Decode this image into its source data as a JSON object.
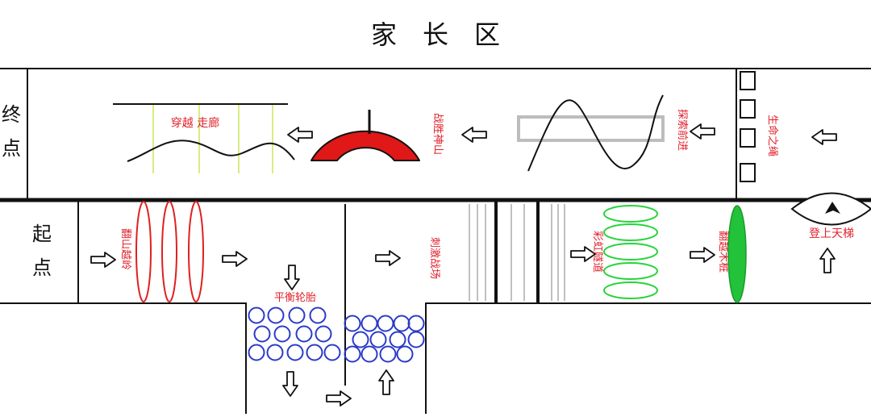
{
  "header": {
    "title": "家　长　区"
  },
  "zones": {
    "end_point": [
      "终",
      "点"
    ],
    "start_point": [
      "起",
      "点"
    ]
  },
  "stations": {
    "fan_shan_yue_ling": "翻山越岭",
    "ping_heng_lun_tai": "平衡轮胎",
    "ci_ji_zhan_chang": "刺激战场",
    "cai_hong_sui_dao": "彩虹隧道",
    "fan_yue_mu_zhuang": "翻越木桩",
    "deng_shang_tian_ti": "登上天梯",
    "sheng_ming_zhi_sheng": "生命之绳",
    "tan_suo_qian_jin": "探索前进",
    "zhan_sheng_shen_shan": "战胜神山",
    "chuan_yue_zou_lang": "穿越 走廊"
  },
  "colors": {
    "label_red": "#e0202a",
    "arch_red": "#e01818",
    "oval_red": "#e02020",
    "tire_blue": "#2b3bc8",
    "tunnel_green": "#27d43a",
    "post_green": "#22c23a",
    "corridor_green": "#d6ee80",
    "frame_gray": "#bdbdbd",
    "line_black": "#111111"
  },
  "icons": {
    "arrow": "hollow-arrow-icon",
    "eye": "eye-icon"
  }
}
